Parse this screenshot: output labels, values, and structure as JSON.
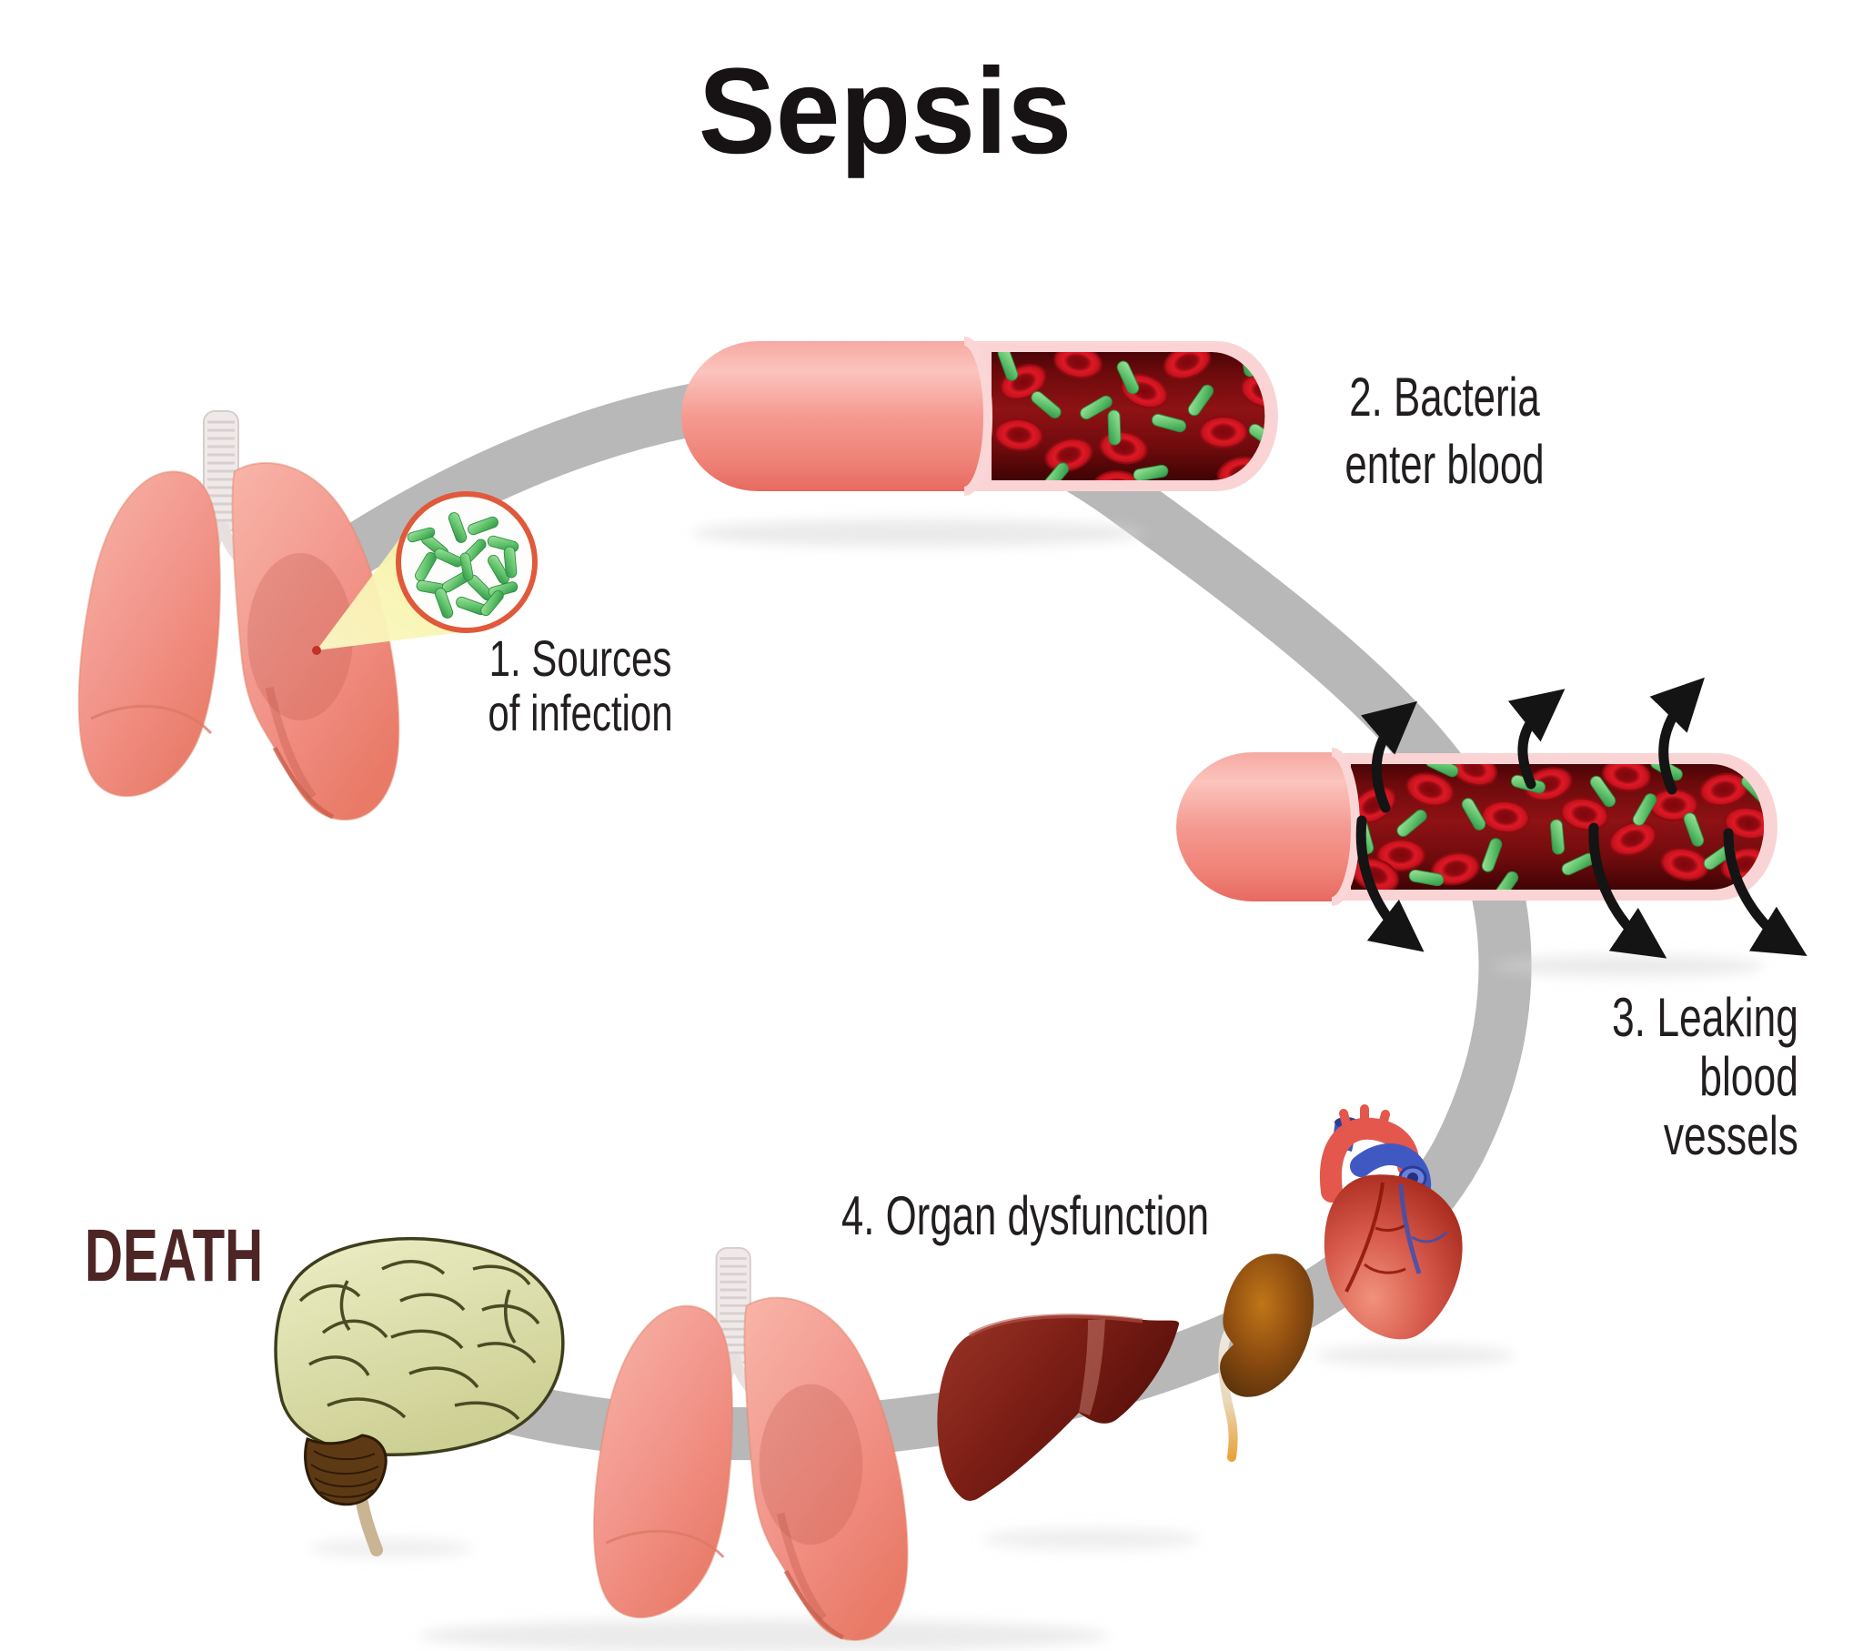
{
  "title": "Sepsis",
  "labels": {
    "step1": {
      "line1": "1. Sources",
      "line2": "of infection"
    },
    "step2": {
      "line1": "2. Bacteria",
      "line2": "enter blood"
    },
    "step3": {
      "line1": "3. Leaking",
      "line2": "blood",
      "line3": "vessels"
    },
    "step4": {
      "line1": "4. Organ dysfunction"
    },
    "death": "DEATH"
  },
  "icons": [
    "lungs-icon",
    "bacteria-magnifier-icon",
    "blood-vessel-icon",
    "leaking-blood-vessel-icon",
    "brain-icon",
    "liver-icon",
    "kidney-icon",
    "heart-icon",
    "red-blood-cell-icon",
    "bacterium-rod-icon"
  ],
  "colors": {
    "background": "#ffffff",
    "flow_band_gray": "#b8b8b8",
    "text_black": "#221e1f",
    "death_maroon": "#4e2525",
    "vessel_wall_pink": "#f29a91",
    "vessel_rim_pink": "#fad4d4",
    "blood_dark_red": "#6b0a0c",
    "red_blood_cell": "#d9202b",
    "bacteria_green": "#63c46e",
    "magnifier_ring_orange": "#e0593b",
    "beam_yellow": "#f7f3a3",
    "lung_salmon": "#f2948a",
    "brain_pale_green": "#dee0ac",
    "cerebellum_brown": "#5e3a14",
    "liver_dark_red": "#7e1f16",
    "kidney_brown": "#8a4a10",
    "heart_red": "#c0392b",
    "heart_vessel_blue": "#4059c2"
  }
}
